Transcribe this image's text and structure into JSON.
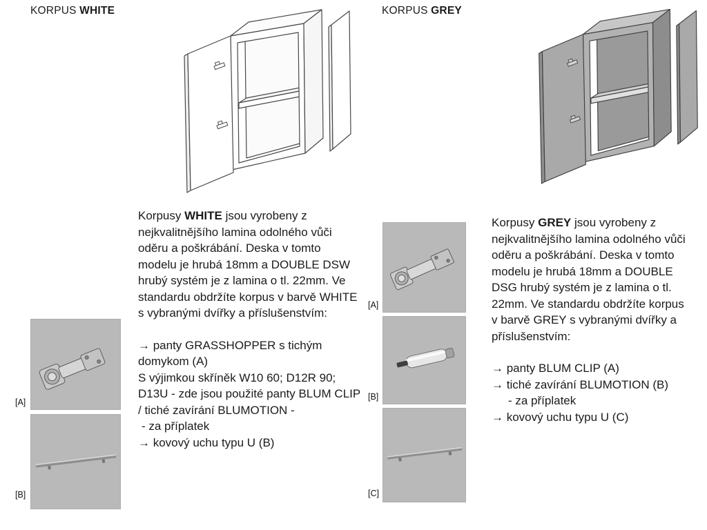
{
  "colors": {
    "photo_box_bg": "#b9b9b9",
    "cabinet_grey": "#ababab",
    "text": "#1b1b1b",
    "background": "#ffffff"
  },
  "white_section": {
    "heading": {
      "prefix": "KORPUS ",
      "emph": "WHITE"
    },
    "paragraph": {
      "lead": "Korpusy ",
      "emph": "WHITE",
      "rest": " jsou vyrobeny z nejkvalitnějšího lamina odolného vůči oděru a poškrábání. Deska v tomto modelu je hrubá 18mm a DOUBLE DSW hrubý systém je z lamina o tl. 22mm. Ve standardu obdržíte korpus v barvě WHITE s vybranými dvířky a příslušenstvím:"
    },
    "bullets": {
      "hinge": "→ panty GRASSHOPPER s tichým domykom (A)",
      "note": "S výjimkou skříněk W10 60; D12R 90; D13U - zde jsou použité panty BLUM CLIP / tiché zavírání BLUMOTION -",
      "note_surcharge": "- za příplatek",
      "handle": "→ kovový uchu typu U (B)"
    },
    "figure_labels": {
      "a": "[A]",
      "b": "[B]"
    }
  },
  "grey_section": {
    "heading": {
      "prefix": "KORPUS ",
      "emph": "GREY"
    },
    "paragraph": {
      "lead": "Korpusy ",
      "emph": "GREY",
      "rest": " jsou vyrobeny z nejkvalitnějšího lamina odolného vůči oděru a poškrábání. Deska v tomto modelu je hrubá 18mm a DOUBLE DSG hrubý systém je z lamina o tl. 22mm. Ve standardu obdržíte korpus v barvě GREY s vybranými dvířky a příslušenstvím:"
    },
    "bullets": {
      "hinge": "→ panty BLUM CLIP (A)",
      "damper": "→ tiché zavírání BLUMOTION (B)",
      "damper_surcharge": "- za příplatek",
      "handle": "→ kovový uchu typu U (C)"
    },
    "figure_labels": {
      "a": "[A]",
      "b": "[B]",
      "c": "[C]"
    }
  }
}
